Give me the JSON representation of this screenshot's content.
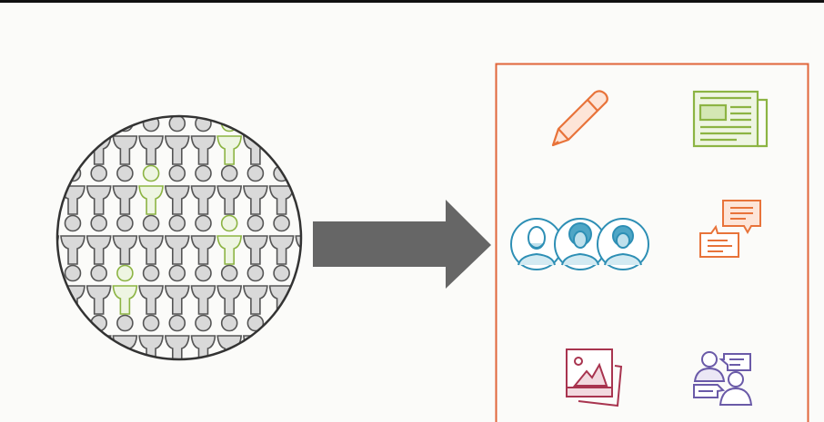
{
  "colors": {
    "background": "#fbfbf9",
    "crowd_gray": "#d9d9d9",
    "crowd_stroke": "#555555",
    "highlight_green": "#8cb443",
    "highlight_fill": "#eef5e2",
    "arrow": "#666666",
    "box_border": "#e0663a",
    "pencil": "#e8733a",
    "newspaper": "#8cb443",
    "avatars": "#2e8fb5",
    "chat": "#e8733a",
    "image": "#a8344f",
    "people_chat": "#6a5aa8"
  },
  "crowd": {
    "rows": 5,
    "cols": 11,
    "highlighted": [
      [
        0,
        6
      ],
      [
        1,
        3
      ],
      [
        2,
        6
      ],
      [
        3,
        2
      ]
    ]
  },
  "icons": [
    "pencil-icon",
    "newspaper-icon",
    "people-avatars-icon",
    "chat-bubbles-icon",
    "image-gallery-icon",
    "people-conversation-icon"
  ]
}
